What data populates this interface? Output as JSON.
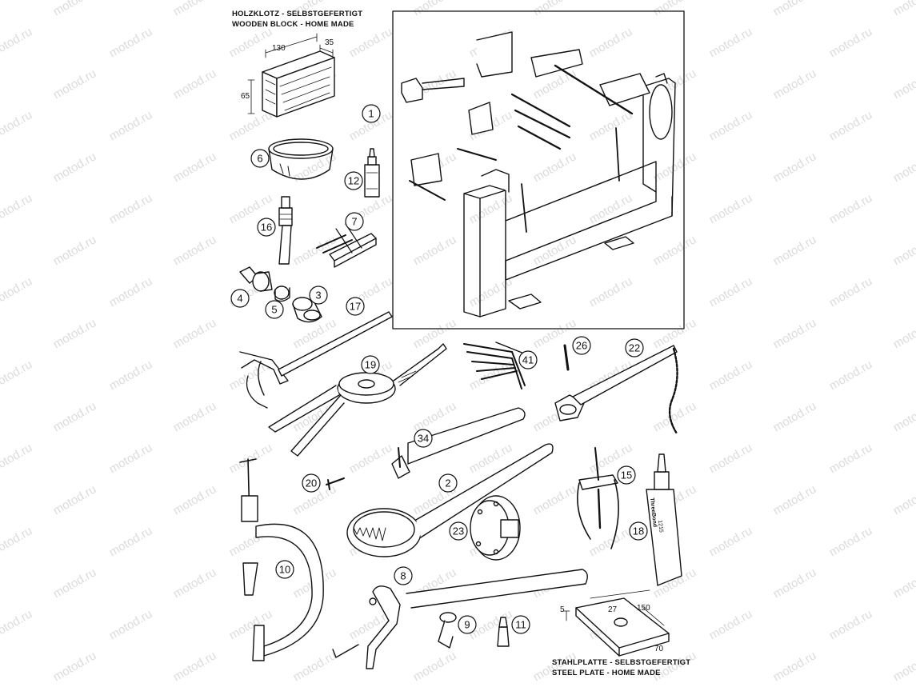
{
  "captions": {
    "wooden_block_de": "HOLZKLOTZ - SELBSTGEFERTIGT",
    "wooden_block_en": "WOODEN BLOCK - HOME MADE",
    "steel_plate_de": "STAHLPLATTE - SELBSTGEFERTIGT",
    "steel_plate_en": "STEEL PLATE - HOME MADE"
  },
  "dimensions": {
    "block_length": "130",
    "block_width": "35",
    "block_height": "65",
    "plate_thickness": "5",
    "plate_hole": "27",
    "plate_length": "150",
    "plate_width": "70"
  },
  "tube_label": {
    "brand": "ThreeBond",
    "code": "1215"
  },
  "callouts": [
    "1",
    "2",
    "3",
    "4",
    "5",
    "6",
    "7",
    "8",
    "9",
    "10",
    "11",
    "12",
    "15",
    "16",
    "17",
    "18",
    "19",
    "20",
    "22",
    "23",
    "26",
    "34",
    "41"
  ],
  "watermark": "motod.ru"
}
